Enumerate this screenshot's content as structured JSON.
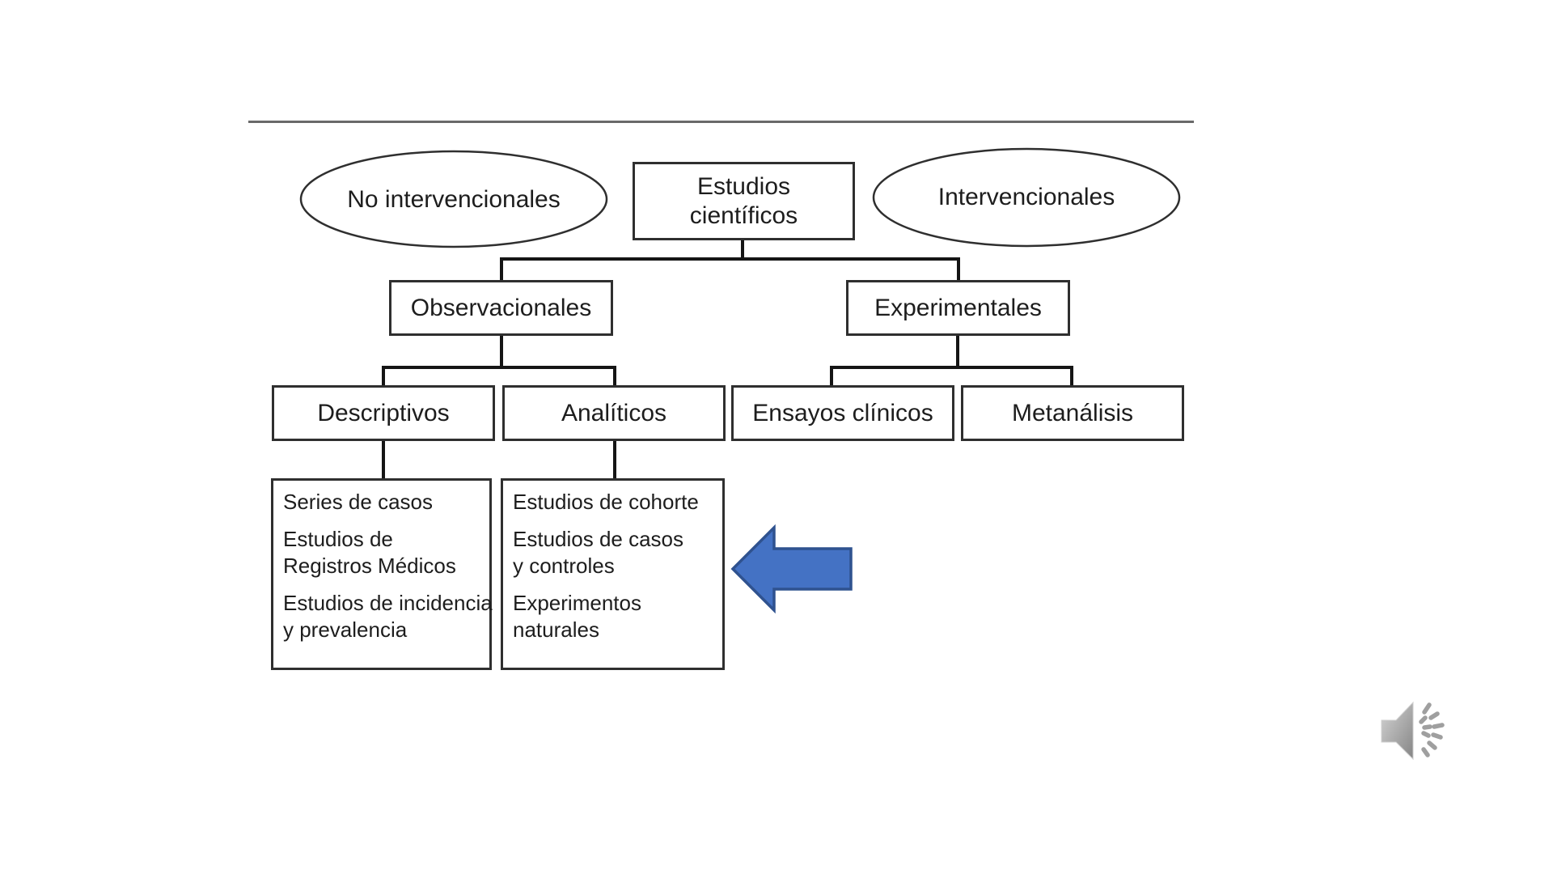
{
  "colors": {
    "background": "#ffffff",
    "divider": "#696969",
    "shape_border": "#2f2f2f",
    "connector": "#151515",
    "text": "#1d1d1d",
    "arrow_fill": "#4472c4",
    "arrow_outline": "#2f528f",
    "speaker_dash": "#9f9f9f"
  },
  "diagram": {
    "root_label": "Estudios\ncientíficos",
    "category_ovals": {
      "left": "No intervencionales",
      "right": "Intervencionales"
    },
    "level2": {
      "observacionales": "Observacionales",
      "experimentales": "Experimentales"
    },
    "level3": {
      "descriptivos": "Descriptivos",
      "analiticos": "Analíticos",
      "ensayos_clinicos": "Ensayos clínicos",
      "metanalisis": "Metanálisis"
    },
    "descriptivos_items": [
      "Series de casos",
      "Estudios de\nRegistros Médicos",
      "Estudios de incidencia\ny prevalencia"
    ],
    "analiticos_items": [
      "Estudios de cohorte",
      "Estudios de casos\ny controles",
      "Experimentos\nnaturales"
    ]
  },
  "icons": {
    "arrow": "left-arrow",
    "speaker": "speaker-audio-icon"
  }
}
